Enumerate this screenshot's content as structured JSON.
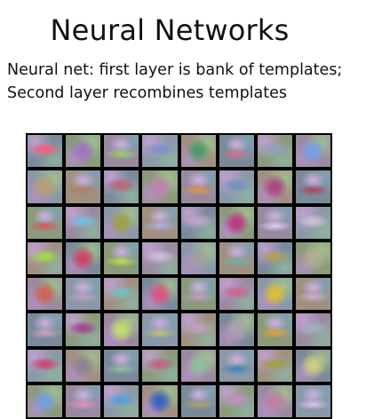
{
  "slide": {
    "title": "Neural Networks",
    "body_lines": [
      "Neural net: first layer is bank of templates;",
      "Second layer recombines templates"
    ]
  },
  "template_grid": {
    "rows": 8,
    "cols": 8,
    "background": "#000000",
    "tiles": [
      [
        "#ff5a7a",
        "#a070c8",
        "#9ad060",
        "#8090d0",
        "#4a9a6a",
        "#d8708a",
        "#90a0c0",
        "#70a0e8"
      ],
      [
        "#b8a070",
        "#b08060",
        "#c06070",
        "#c080b0",
        "#e89040",
        "#7090c0",
        "#b04080",
        "#b04060"
      ],
      [
        "#e05060",
        "#70c0e0",
        "#a0a040",
        "#b0b0e0",
        "#c0a8c8",
        "#c03080",
        "#e0d0f0",
        "#d0c0d8"
      ],
      [
        "#a0e040",
        "#d04060",
        "#c0e040",
        "#d0c0e0",
        "#a0a0a0",
        "#70b0a0",
        "#b0a050",
        "#b0b090"
      ],
      [
        "#d06050",
        "#c0a0c0",
        "#70c0c0",
        "#e05080",
        "#c0a0c8",
        "#d06090",
        "#e0c030",
        "#d0b0d0"
      ],
      [
        "#d0a0c0",
        "#a04090",
        "#c0e070",
        "#c0c080",
        "#c0a0c0",
        "#b0a0b0",
        "#e0a040",
        "#a0b0c0"
      ],
      [
        "#d04070",
        "#908090",
        "#90c0a0",
        "#c06080",
        "#90c0a0",
        "#4080c0",
        "#a0a040",
        "#d0d080"
      ],
      [
        "#70a0e0",
        "#e090c0",
        "#50a0e0",
        "#3060c0",
        "#b0a070",
        "#c090c0",
        "#c080a0",
        "#e0c0f0"
      ]
    ]
  }
}
